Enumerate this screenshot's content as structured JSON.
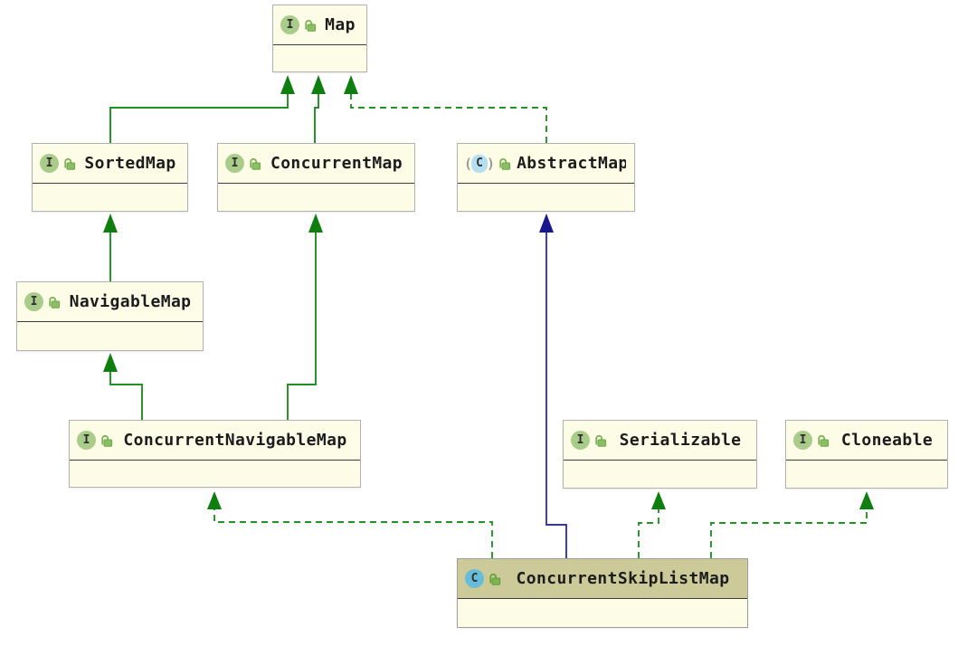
{
  "diagram": {
    "type": "uml-class-diagram",
    "nodes": [
      {
        "label": "Map",
        "kind": "interface",
        "icon_letter": "I",
        "visibility": "public"
      },
      {
        "label": "SortedMap",
        "kind": "interface",
        "icon_letter": "I",
        "visibility": "public"
      },
      {
        "label": "ConcurrentMap",
        "kind": "interface",
        "icon_letter": "I",
        "visibility": "public"
      },
      {
        "label": "AbstractMap",
        "kind": "abstract class",
        "icon_letter": "C",
        "visibility": "public"
      },
      {
        "label": "NavigableMap",
        "kind": "interface",
        "icon_letter": "I",
        "visibility": "public"
      },
      {
        "label": "ConcurrentNavigableMap",
        "kind": "interface",
        "icon_letter": "I",
        "visibility": "public"
      },
      {
        "label": "Serializable",
        "kind": "interface",
        "icon_letter": "I",
        "visibility": "public"
      },
      {
        "label": "Cloneable",
        "kind": "interface",
        "icon_letter": "I",
        "visibility": "public"
      },
      {
        "label": "ConcurrentSkipListMap",
        "kind": "class",
        "icon_letter": "C",
        "visibility": "public",
        "highlighted": true
      }
    ],
    "icons": {
      "abstract_paren_open": "(",
      "abstract_paren_close": ")"
    },
    "edges": [
      {
        "from": "SortedMap",
        "to": "Map",
        "relation": "extends",
        "line": "solid-green"
      },
      {
        "from": "ConcurrentMap",
        "to": "Map",
        "relation": "extends",
        "line": "solid-green"
      },
      {
        "from": "AbstractMap",
        "to": "Map",
        "relation": "implements",
        "line": "dashed-green"
      },
      {
        "from": "NavigableMap",
        "to": "SortedMap",
        "relation": "extends",
        "line": "solid-green"
      },
      {
        "from": "ConcurrentNavigableMap",
        "to": "NavigableMap",
        "relation": "extends",
        "line": "solid-green"
      },
      {
        "from": "ConcurrentNavigableMap",
        "to": "ConcurrentMap",
        "relation": "extends",
        "line": "solid-green"
      },
      {
        "from": "ConcurrentSkipListMap",
        "to": "ConcurrentNavigableMap",
        "relation": "implements",
        "line": "dashed-green"
      },
      {
        "from": "ConcurrentSkipListMap",
        "to": "AbstractMap",
        "relation": "extends",
        "line": "solid-blue"
      },
      {
        "from": "ConcurrentSkipListMap",
        "to": "Serializable",
        "relation": "implements",
        "line": "dashed-green"
      },
      {
        "from": "ConcurrentSkipListMap",
        "to": "Cloneable",
        "relation": "implements",
        "line": "dashed-green"
      }
    ],
    "colors": {
      "background": "#ffffff",
      "node_fill": "#fdfce7",
      "node_border": "#b2b2b2",
      "header_separator": "#3e3e3e",
      "highlight_header_fill": "#cbca98",
      "interface_edge_green": "#1e911e",
      "interface_arrow_green": "#0e7e0e",
      "class_edge_blue": "#3434b4",
      "class_arrow_blue": "#17178f",
      "interface_icon_green": "#a9cc8a",
      "class_icon_blue": "#67bcd9",
      "abstract_icon_blue": "#b4dff2",
      "lock_green": "#8abf63"
    }
  }
}
